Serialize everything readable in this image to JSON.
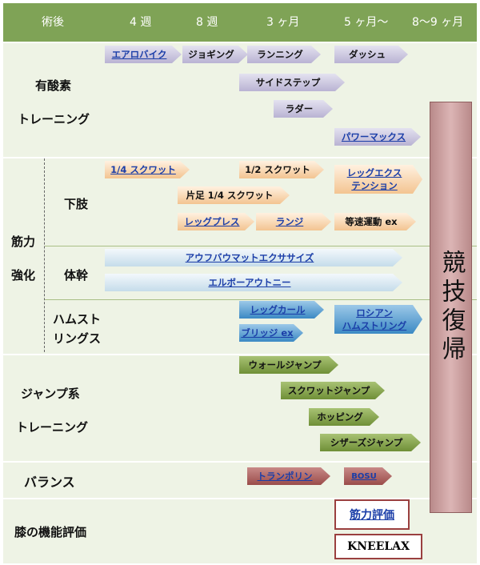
{
  "header": {
    "cols": [
      "術後",
      "4 週",
      "8 週",
      "3 ヶ月",
      "5 ヶ月～",
      "8～9 ヶ月"
    ]
  },
  "sections": {
    "aerobic": [
      "有酸素",
      "トレーニング"
    ],
    "strength": [
      "筋力",
      "強化"
    ],
    "lower_limb": "下肢",
    "trunk": "体幹",
    "hamstrings": [
      "ハムスト",
      "リングス"
    ],
    "jump": [
      "ジャンプ系",
      "トレーニング"
    ],
    "balance": "バランス",
    "knee_eval": "膝の機能評価"
  },
  "arrows": {
    "aerobic": [
      "エアロバイク",
      "ジョギング",
      "ランニング",
      "ダッシュ",
      "サイドステップ",
      "ラダー",
      "パワーマックス"
    ],
    "lower": [
      "1/4 スクワット",
      "1/2 スクワット",
      "片足 1/4 スクワット",
      "レッグプレス",
      "ランジ",
      "等速運動 ex"
    ],
    "lower_tall": [
      "レッグエクス",
      "テンション"
    ],
    "trunk": [
      "アウフバウマットエクササイズ",
      "エルボーアウトニー"
    ],
    "hamstring": [
      "レッグカール",
      "ブリッジ ex"
    ],
    "hamstring_tall": [
      "ロシアン",
      "ハムストリング"
    ],
    "jump": [
      "ウォールジャンプ",
      "スクワットジャンプ",
      "ホッピング",
      "シザーズジャンプ"
    ],
    "balance": [
      "トランポリン",
      "BOSU"
    ]
  },
  "pillar": "競技復帰",
  "eval_boxes": [
    "筋力評価",
    "KNEELAX"
  ],
  "colors": {
    "header": "#7fa356",
    "band": "#eef3e5",
    "pillar": "#dcb5b5"
  }
}
